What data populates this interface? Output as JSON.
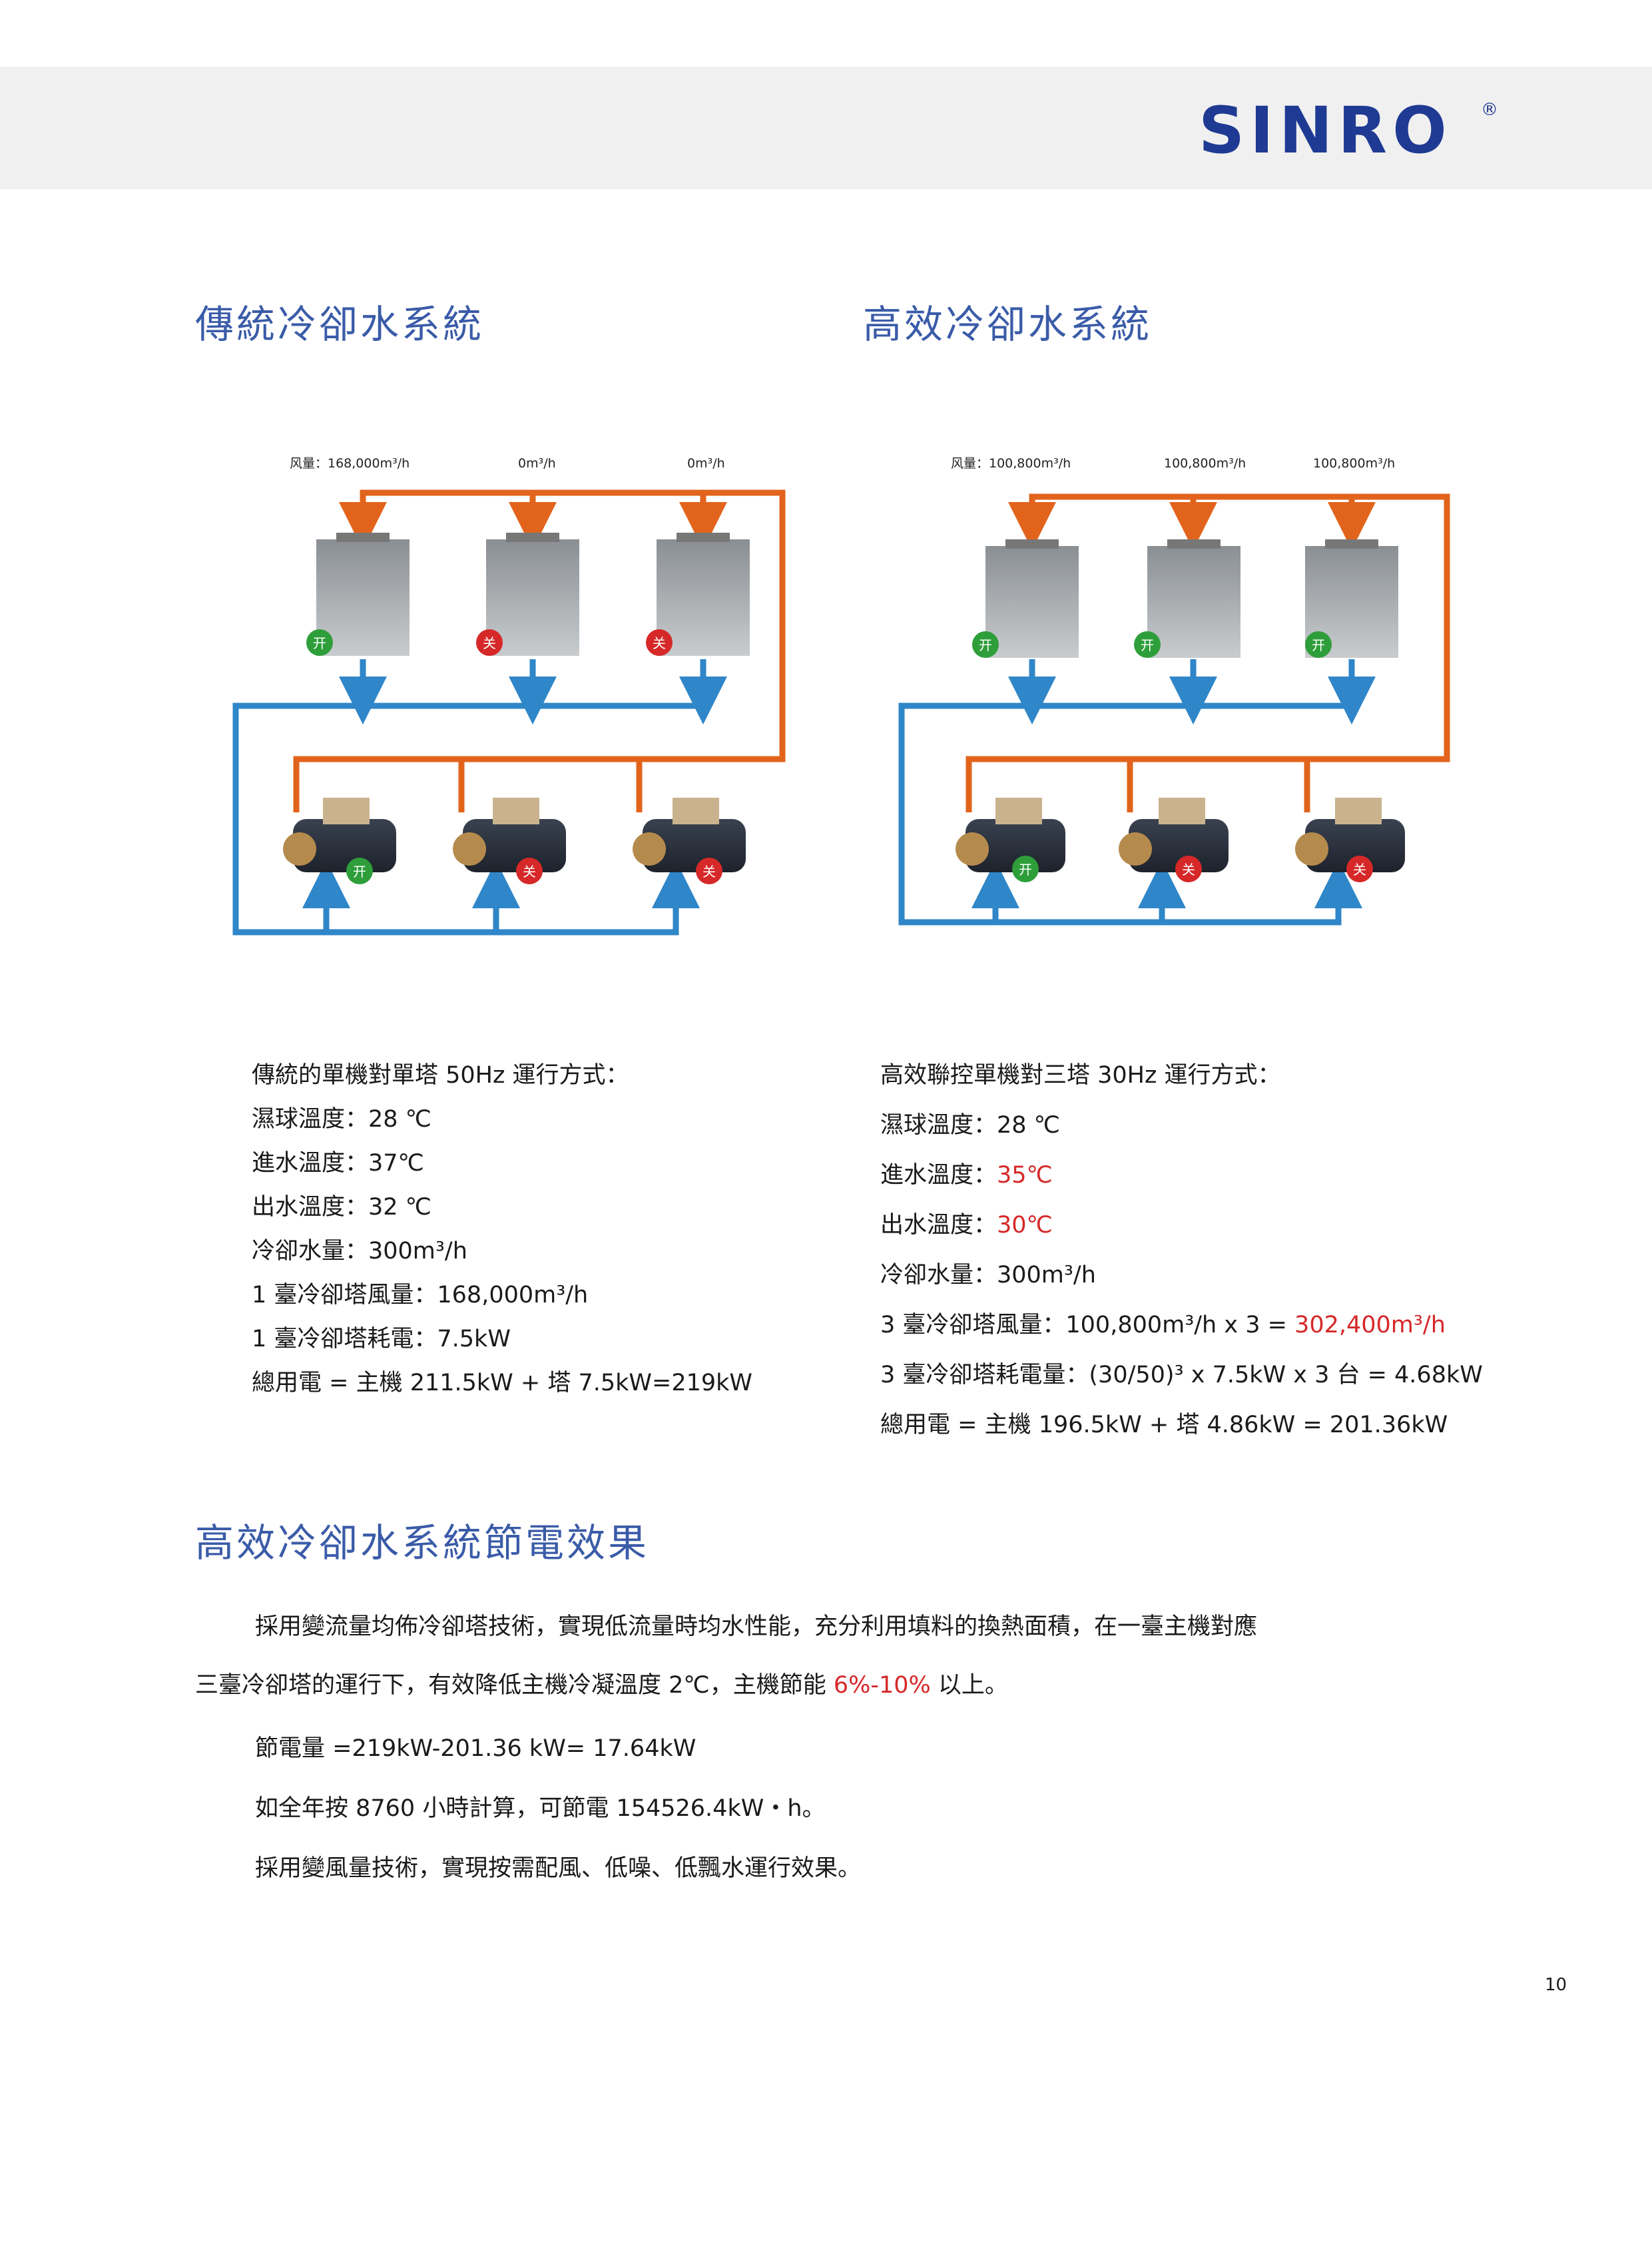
{
  "brand": {
    "name": "SINRO",
    "reg": "®"
  },
  "left": {
    "title": "傳統冷卻水系統",
    "flow_labels": [
      "风量：168,000m³/h",
      "0m³/h",
      "0m³/h"
    ],
    "tower_badges": [
      "开",
      "关",
      "关"
    ],
    "chiller_badges": [
      "开",
      "关",
      "关"
    ],
    "specs": [
      "傳統的單機對單塔 50Hz 運行方式：",
      "濕球溫度：28 ℃",
      "進水溫度：37℃",
      "出水溫度：32 ℃",
      "冷卻水量：300m³/h",
      "1 臺冷卻塔風量：168,000m³/h",
      "1 臺冷卻塔耗電：7.5kW",
      "總用電 = 主機 211.5kW + 塔 7.5kW=219kW"
    ]
  },
  "right": {
    "title": "高效冷卻水系統",
    "flow_labels": [
      "风量：100,800m³/h",
      "100,800m³/h",
      "100,800m³/h"
    ],
    "tower_badges": [
      "开",
      "开",
      "开"
    ],
    "chiller_badges": [
      "开",
      "关",
      "关"
    ],
    "specs": {
      "l1": "高效聯控單機對三塔 30Hz 運行方式：",
      "l2": "濕球溫度：28 ℃",
      "l3_label": "進水溫度：",
      "l3_value": "35℃",
      "l4_label": "出水溫度：",
      "l4_value": "30℃",
      "l5": "冷卻水量：300m³/h",
      "l6_label": "3 臺冷卻塔風量：100,800m³/h x 3 = ",
      "l6_value": "302,400m³/h",
      "l7": "3 臺冷卻塔耗電量：(30/50)³ x 7.5kW x 3 台 = 4.68kW",
      "l8": "總用電 = 主機 196.5kW + 塔 4.86kW = 201.36kW"
    }
  },
  "effect": {
    "title": "高效冷卻水系統節電效果",
    "p1": "採用變流量均佈冷卻塔技術，實現低流量時均水性能，充分利用填料的換熱面積，在一臺主機對應",
    "p2_a": "三臺冷卻塔的運行下，有效降低主機冷凝溫度 2℃，主機節能 ",
    "p2_red": "6%-10%",
    "p2_b": " 以上。",
    "p3": "節電量 =219kW-201.36 kW= 17.64kW",
    "p4": "如全年按 8760 小時計算，可節電 154526.4kW・h。",
    "p5": "採用變風量技術，實現按需配風、低噪、低飄水運行效果。"
  },
  "page_number": "10",
  "colors": {
    "orange": "#e2641c",
    "blue": "#2f86c8",
    "title_blue": "#3a5ba8",
    "red": "#d62828",
    "green": "#2e9e3a"
  }
}
